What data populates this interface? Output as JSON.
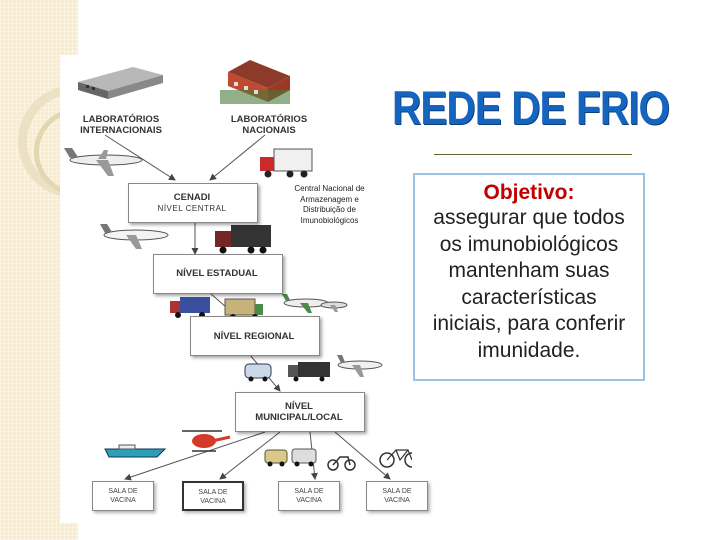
{
  "title": "REDE DE FRIO",
  "objective": {
    "heading": "Objetivo:",
    "lines": [
      "assegurar que todos",
      "os imunobiológicos",
      "mantenham suas",
      "características",
      "iniciais, para conferir",
      "imunidade."
    ]
  },
  "diagram": {
    "lab_intl": [
      "LABORATÓRIOS",
      "INTERNACIONAIS"
    ],
    "lab_nat": [
      "LABORATÓRIOS",
      "NACIONAIS"
    ],
    "cenadi": "CENADI",
    "cenadi_sub": "NÍVEL CENTRAL",
    "cenadi_note": "Central Nacional de Armazenagem e Distribuição de Imunobiológicos",
    "estadual": "NÍVEL ESTADUAL",
    "regional": "NÍVEL REGIONAL",
    "municipal": [
      "NÍVEL",
      "MUNICIPAL/LOCAL"
    ],
    "sala": [
      "SALA DE",
      "VACINA"
    ]
  },
  "colors": {
    "title_blue": "#1565c0",
    "objective_red": "#c00000",
    "box_border": "#9cc3e5",
    "strip": "#f7ecd0"
  },
  "icons": [
    "building-icon",
    "airplane-icon",
    "truck-icon",
    "helicopter-icon",
    "boat-icon",
    "van-icon",
    "motorcycle-icon",
    "bicycle-icon"
  ]
}
